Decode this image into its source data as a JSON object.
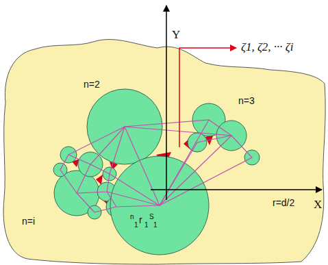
{
  "diagram": {
    "labels": [
      "Y",
      "X",
      "n=2",
      "n=3",
      "n=i",
      "r=d/2",
      "ζ1, ζ2, ··· ζi",
      "n",
      "1",
      "r",
      "1",
      "S",
      "1"
    ]
  }
}
